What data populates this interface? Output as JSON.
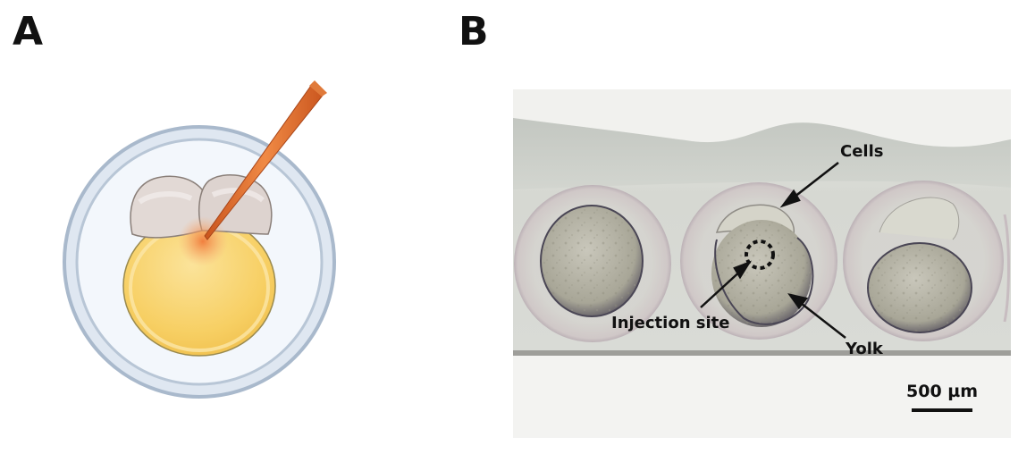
{
  "panels": {
    "a": {
      "label": "A"
    },
    "b": {
      "label": "B",
      "annotations": {
        "cells": "Cells",
        "injection_site": "Injection site",
        "yolk": "Yolk"
      },
      "scale_bar": {
        "label": "500 µm"
      }
    }
  },
  "colors": {
    "chorion_ring": "#a9b9cc",
    "chorion_fill": "#eef4fb",
    "yolk": "#f7cf63",
    "cells": "#e0d6d2",
    "needle": "#dc6a2a",
    "injection_spot": "#f08040",
    "photo_background": "#efefec"
  }
}
